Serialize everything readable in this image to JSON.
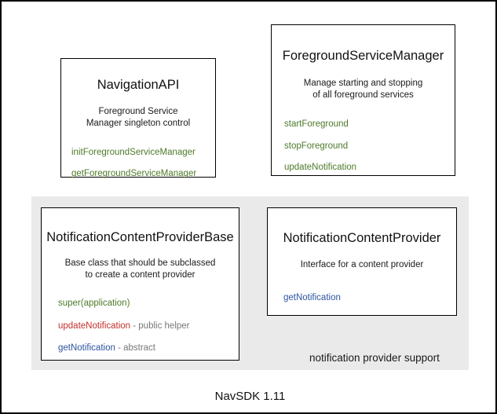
{
  "diagram": {
    "footer_label": "NavSDK 1.11",
    "group": {
      "caption": "notification provider support"
    },
    "boxes": {
      "navigation_api": {
        "title": "NavigationAPI",
        "description_line1": "Foreground Service",
        "description_line2": "Manager singleton control",
        "members": [
          {
            "name": "initForegroundServiceManager",
            "note": "",
            "color": "#4d7a2a"
          },
          {
            "name": "getForegroundServiceManager",
            "note": "",
            "color": "#4d7a2a"
          }
        ]
      },
      "foreground_service_manager": {
        "title": "ForegroundServiceManager",
        "description_line1": "Manage starting and stopping",
        "description_line2": "of all foreground services",
        "members": [
          {
            "name": "startForeground",
            "note": "",
            "color": "#4d7a2a"
          },
          {
            "name": "stopForeground",
            "note": "",
            "color": "#4d7a2a"
          },
          {
            "name": "updateNotification",
            "note": "",
            "color": "#4d7a2a"
          }
        ]
      },
      "notification_content_provider_base": {
        "title": "NotificationContentProviderBase",
        "description_line1": "Base class that should be subclassed",
        "description_line2": "to create a content provider",
        "members": [
          {
            "name": "super(application)",
            "note": "",
            "color": "#4d7a2a"
          },
          {
            "name": "updateNotification",
            "note": " - public helper",
            "color": "#c0302b"
          },
          {
            "name": "getNotification",
            "note": " - abstract",
            "color": "#2b55a0"
          }
        ]
      },
      "notification_content_provider": {
        "title": "NotificationContentProvider",
        "description_line1": "Interface for a content provider",
        "description_line2": "",
        "members": [
          {
            "name": "getNotification",
            "note": "",
            "color": "#2b55a0"
          }
        ]
      }
    }
  },
  "colors": {
    "green": "#4d7a2a",
    "red": "#c0302b",
    "blue": "#2b55a0",
    "note_gray": "#777777",
    "panel_gray": "#eaeaea",
    "border": "#000000"
  }
}
